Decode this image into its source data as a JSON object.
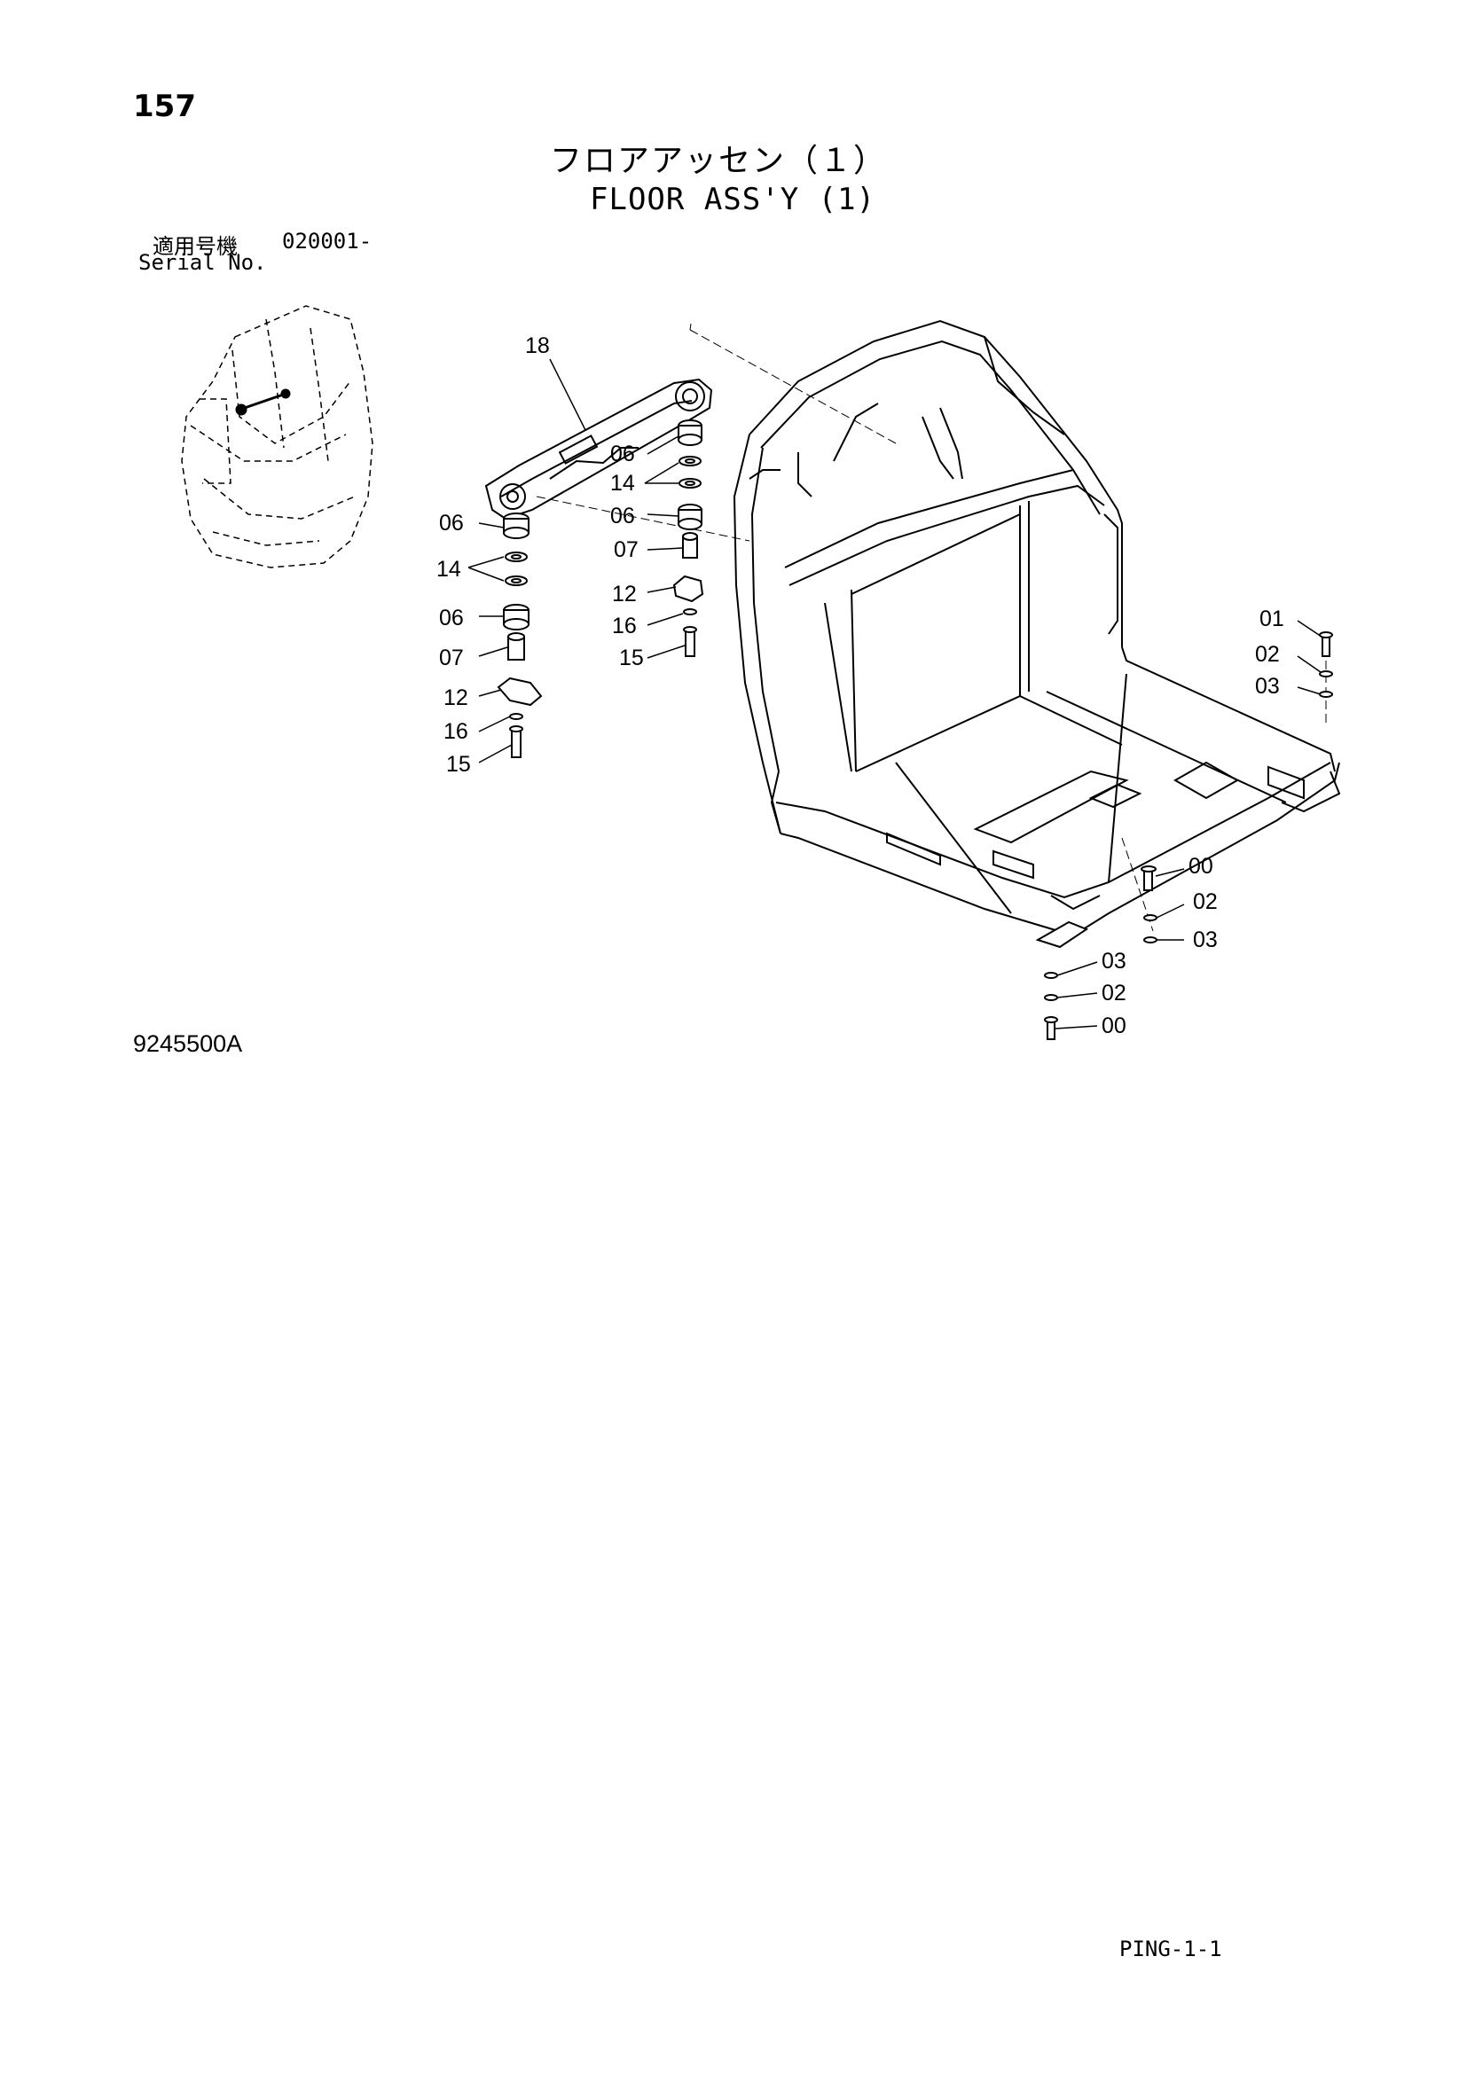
{
  "header": {
    "page_number": "157",
    "title_jp": "フロアアッセン（１）",
    "title_en": "FLOOR ASS'Y (1)",
    "serial_label_jp": "適用号機",
    "serial_label_en": "Serial No.",
    "serial_value": "020001-"
  },
  "diagram": {
    "callouts": [
      {
        "id": "c18",
        "text": "18"
      },
      {
        "id": "c06a",
        "text": "06"
      },
      {
        "id": "c14a",
        "text": "14"
      },
      {
        "id": "c06b",
        "text": "06"
      },
      {
        "id": "c07a",
        "text": "07"
      },
      {
        "id": "c12a",
        "text": "12"
      },
      {
        "id": "c16a",
        "text": "16"
      },
      {
        "id": "c15a",
        "text": "15"
      },
      {
        "id": "c06c",
        "text": "06"
      },
      {
        "id": "c14b",
        "text": "14"
      },
      {
        "id": "c06d",
        "text": "06"
      },
      {
        "id": "c07b",
        "text": "07"
      },
      {
        "id": "c12b",
        "text": "12"
      },
      {
        "id": "c16b",
        "text": "16"
      },
      {
        "id": "c15b",
        "text": "15"
      },
      {
        "id": "c01",
        "text": "01"
      },
      {
        "id": "c02a",
        "text": "02"
      },
      {
        "id": "c03a",
        "text": "03"
      },
      {
        "id": "c00a",
        "text": "00"
      },
      {
        "id": "c02b",
        "text": "02"
      },
      {
        "id": "c03b",
        "text": "03"
      },
      {
        "id": "c03c",
        "text": "03"
      },
      {
        "id": "c02c",
        "text": "02"
      },
      {
        "id": "c00b",
        "text": "00"
      }
    ]
  },
  "footer": {
    "figure_code": "9245500A",
    "page_code": "PING-1-1"
  }
}
